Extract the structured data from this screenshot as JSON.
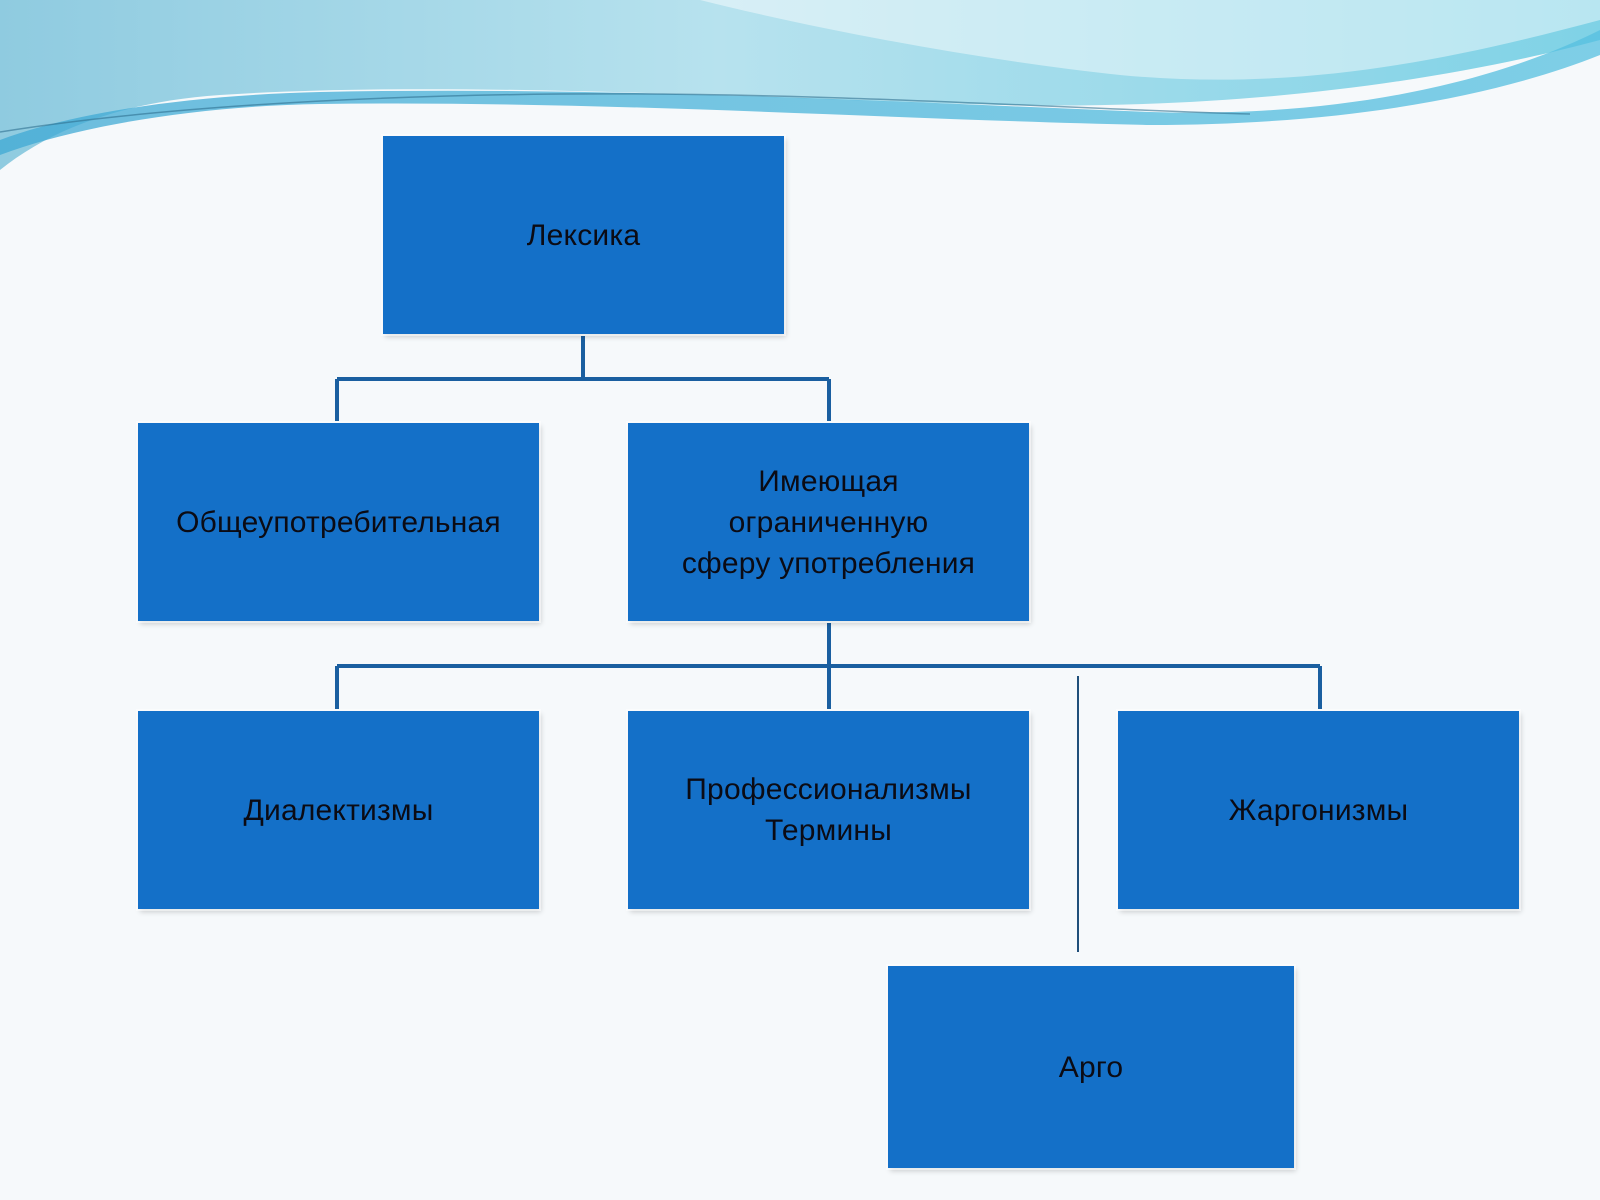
{
  "diagram": {
    "nodes": {
      "root": "Лексика",
      "common": "Общеупотребительная",
      "limited": "Имеющая\nограниченную\nсферу  употребления",
      "dialect": "Диалектизмы",
      "prof": "Профессионализмы\nТермины",
      "jargon": "Жаргонизмы",
      "argo": "Арго"
    },
    "colors": {
      "box_fill": "#1470c8",
      "connector": "#1a5fa0",
      "label_text": "#0b0b14",
      "background": "#f6f9fb",
      "wave_light": "#9fd6e8",
      "wave_dark": "#4fb1d6"
    }
  }
}
